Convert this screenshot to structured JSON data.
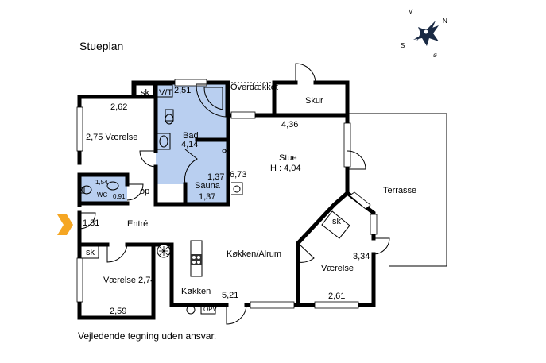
{
  "title": "Stueplan",
  "footer": "Vejledende tegning uden ansvar.",
  "compass": {
    "n": "N",
    "v": "V",
    "s": "S",
    "o": "ø"
  },
  "colors": {
    "bath": "#b9cff0",
    "entry_arrow": "#f5a623",
    "walls": "#000000"
  },
  "labels": {
    "overdaekket": "Overdækket",
    "skur": "Skur",
    "skur_width": "4,36",
    "sk1": "sk",
    "vt": "V/T",
    "bad_top": "2,51",
    "vaerelse1_width": "2,62",
    "vaerelse1_name": "2,75  Værelse",
    "bad_name": "Bad",
    "bad_depth": "4,14",
    "stue_name": "Stue",
    "stue_height": "H : 4,04",
    "sauna_w": "1,37",
    "sauna_depth": "6,73",
    "sauna_name": "Sauna",
    "sauna_bottom": "1,37",
    "wc_top": "1,54",
    "wc_name": "WC",
    "wc_depth": "0,91",
    "op": "op",
    "terrasse": "Terrasse",
    "entre_width": "1,31",
    "entre_name": "Entré",
    "sk2": "sk",
    "sk3": "sk",
    "vaerelse2_name": "Værelse  2,74",
    "vaerelse2_bottom": "2,59",
    "kokken_alrum": "Køkken/Alrum",
    "kokken": "Køkken",
    "kokken_width": "5,21",
    "opv": "OPV",
    "vaerelse3_name": "Værelse",
    "vaerelse3_depth": "3,34",
    "vaerelse3_width": "2,61"
  }
}
